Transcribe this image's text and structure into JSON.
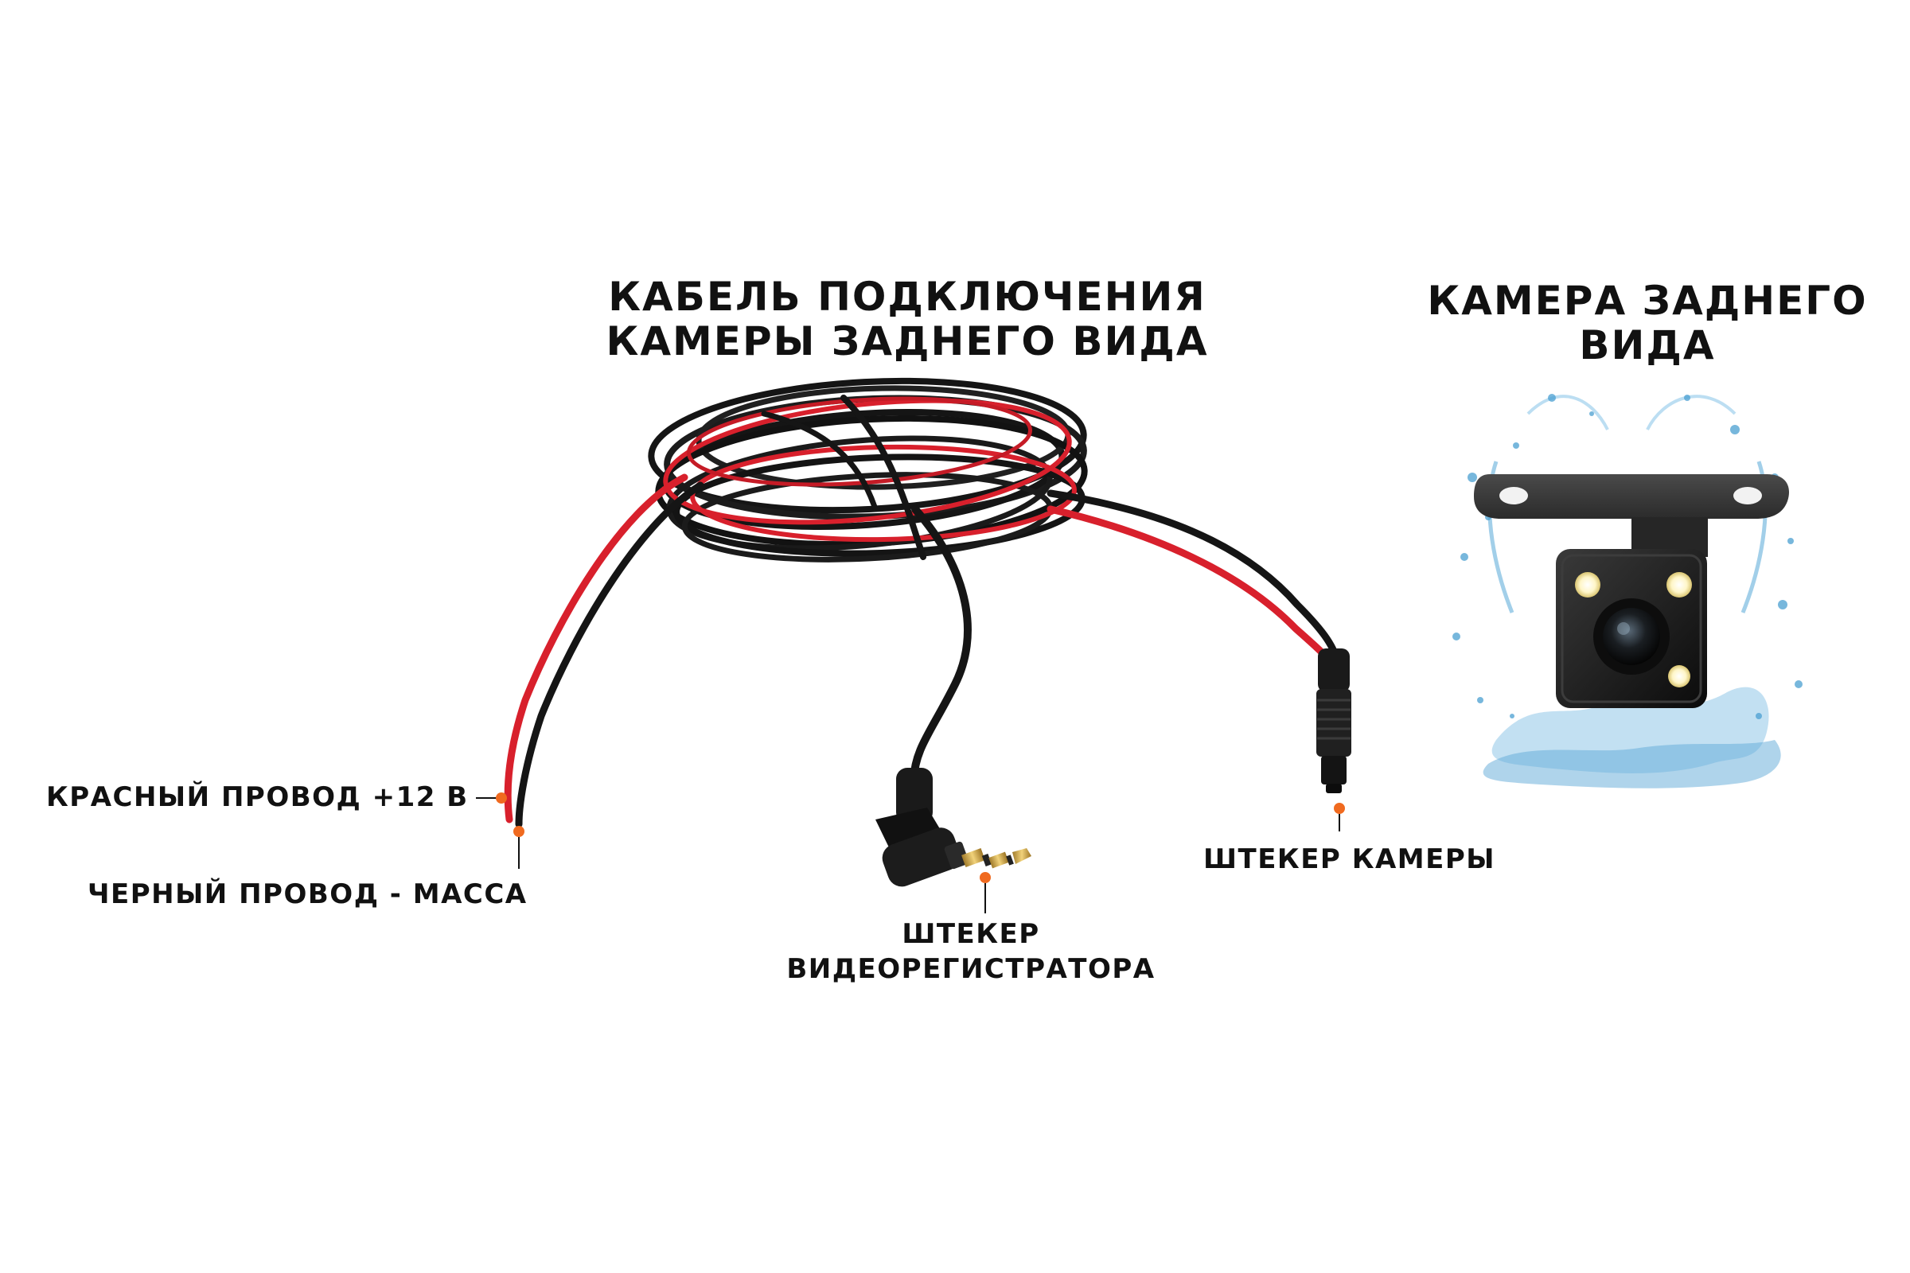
{
  "titles": {
    "cable_line1": "КАБЕЛЬ ПОДКЛЮЧЕНИЯ",
    "cable_line2": "КАМЕРЫ ЗАДНЕГО ВИДА",
    "camera_line1": "КАМЕРА ЗАДНЕГО",
    "camera_line2": "ВИДА"
  },
  "callouts": {
    "red_wire": "КРАСНЫЙ ПРОВОД +12 В",
    "black_wire": "ЧЕРНЫЙ ПРОВОД - МАССА",
    "camera_plug": "ШТЕКЕР КАМЕРЫ",
    "dvr_plug_line1": "ШТЕКЕР",
    "dvr_plug_line2": "ВИДЕОРЕГИСТРАТОРА"
  },
  "colors": {
    "callout_dot": "#f06a1f",
    "wire_red": "#d8202c",
    "wire_black": "#151515",
    "water": "#4a9fd1"
  }
}
